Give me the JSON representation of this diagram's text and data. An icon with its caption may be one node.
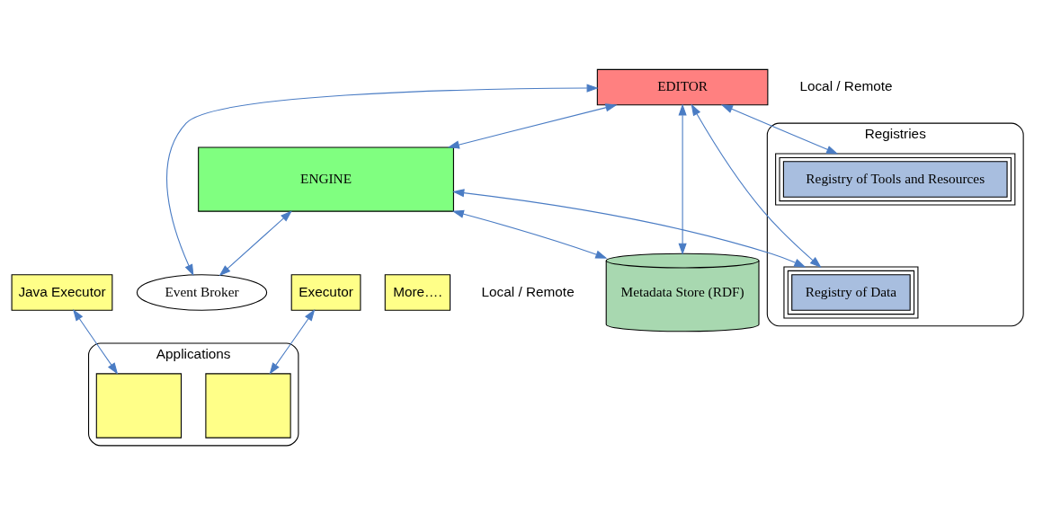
{
  "diagram": {
    "nodes": [
      {
        "text": [
          "EDITOR"
        ]
      },
      {
        "text": [
          "ENGINE"
        ]
      },
      {
        "text": [
          "Java Executor"
        ]
      },
      {
        "text": [
          "Executor"
        ]
      },
      {
        "text": [
          "More…."
        ]
      },
      {
        "text": [
          "Event Broker"
        ]
      },
      {
        "text": [
          "Metadata Store (RDF)"
        ]
      },
      {
        "text": [
          "Applications"
        ]
      },
      {
        "text": [],
        "shape": "box",
        "in": 7
      },
      {
        "text": [],
        "shape": "box",
        "in": 7
      },
      {
        "text": [
          "Registries"
        ]
      },
      {
        "text": [
          "Registry of Tools and Resources"
        ],
        "in": 10
      },
      {
        "text": [
          "Registry of Data"
        ],
        "in": 10
      }
    ],
    "edges": [
      {
        "from": 0,
        "to": 5,
        "arrow": "both"
      },
      {
        "from": 0,
        "to": 6,
        "arrow": "both"
      },
      {
        "from": 0,
        "to": 1,
        "arrow": "both"
      },
      {
        "from": 0,
        "to": 11,
        "arrow": "both"
      },
      {
        "from": 0,
        "to": 12,
        "arrow": "both"
      },
      {
        "from": 1,
        "to": 5,
        "arrow": "both"
      },
      {
        "from": 1,
        "to": 6,
        "arrow": "both"
      },
      {
        "from": 1,
        "to": 12,
        "arrow": "both"
      },
      {
        "from": 2,
        "to": 8,
        "arrow": "both"
      },
      {
        "from": 3,
        "to": 9,
        "arrow": "both"
      }
    ],
    "labels": [
      "Local / Remote",
      "Local / Remote"
    ]
  }
}
